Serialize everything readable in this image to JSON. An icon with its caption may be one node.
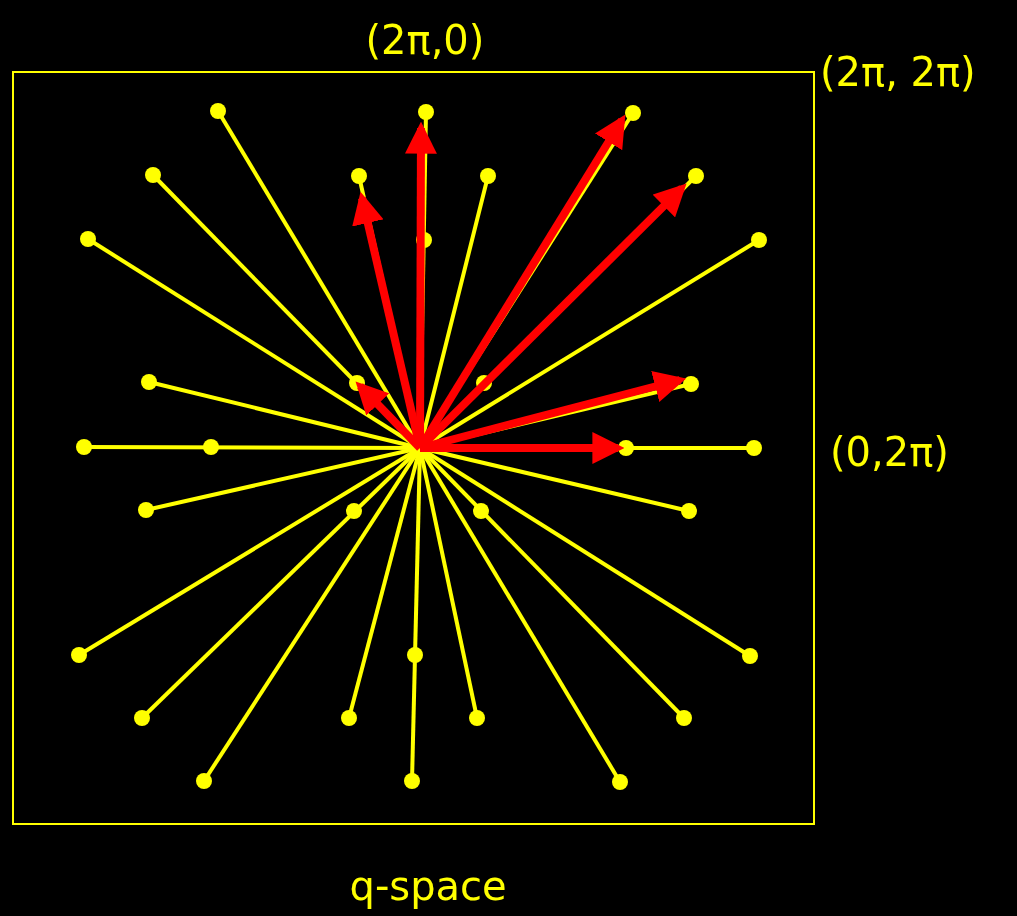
{
  "diagram": {
    "labels": [
      "(2π,0)",
      "(2π, 2π)",
      "(0,2π)",
      "q-space"
    ]
  }
}
